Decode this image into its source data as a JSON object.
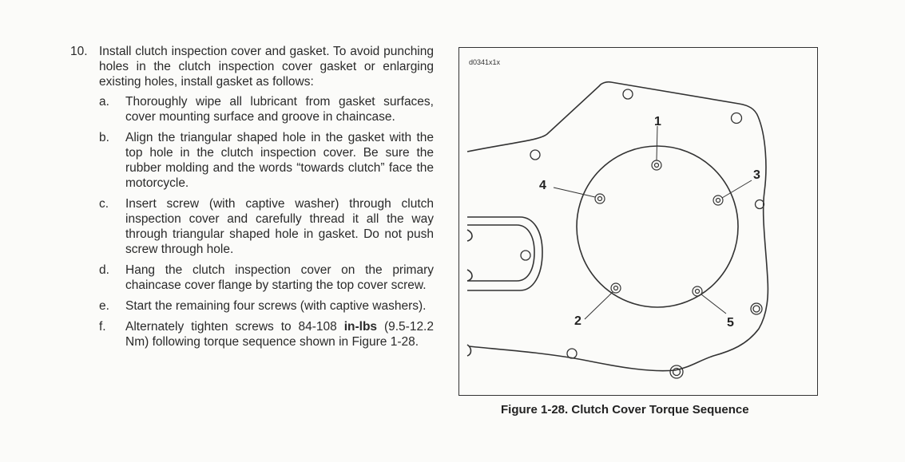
{
  "step": {
    "number": "10.",
    "text": "Install clutch inspection cover and gasket. To avoid punching holes in the clutch inspection cover gasket or enlarging existing holes, install gasket as follows:",
    "substeps": [
      {
        "letter": "a.",
        "text": "Thoroughly wipe all lubricant from gasket surfaces, cover mounting surface and groove in chaincase."
      },
      {
        "letter": "b.",
        "text": "Align the triangular shaped hole in the gasket with the top hole in the clutch inspection cover. Be sure the rubber molding and the words “towards clutch” face the motorcycle."
      },
      {
        "letter": "c.",
        "text": "Insert screw (with captive washer) through clutch inspection cover and carefully thread it all the way through triangular shaped hole in gasket. Do not push screw through hole."
      },
      {
        "letter": "d.",
        "text": "Hang the clutch inspection cover on the primary chaincase cover flange by starting the top cover screw."
      },
      {
        "letter": "e.",
        "text": "Start the remaining four screws (with captive washers)."
      },
      {
        "letter": "f.",
        "text_before": "Alternately tighten screws to 84-108 ",
        "text_bold": "in-lbs",
        "text_after": " (9.5-12.2 Nm) following torque sequence shown in Figure 1-28."
      }
    ]
  },
  "figure": {
    "id": "d0341x1x",
    "caption": "Figure 1-28. Clutch Cover Torque Sequence",
    "callouts": [
      "1",
      "2",
      "3",
      "4",
      "5"
    ]
  }
}
